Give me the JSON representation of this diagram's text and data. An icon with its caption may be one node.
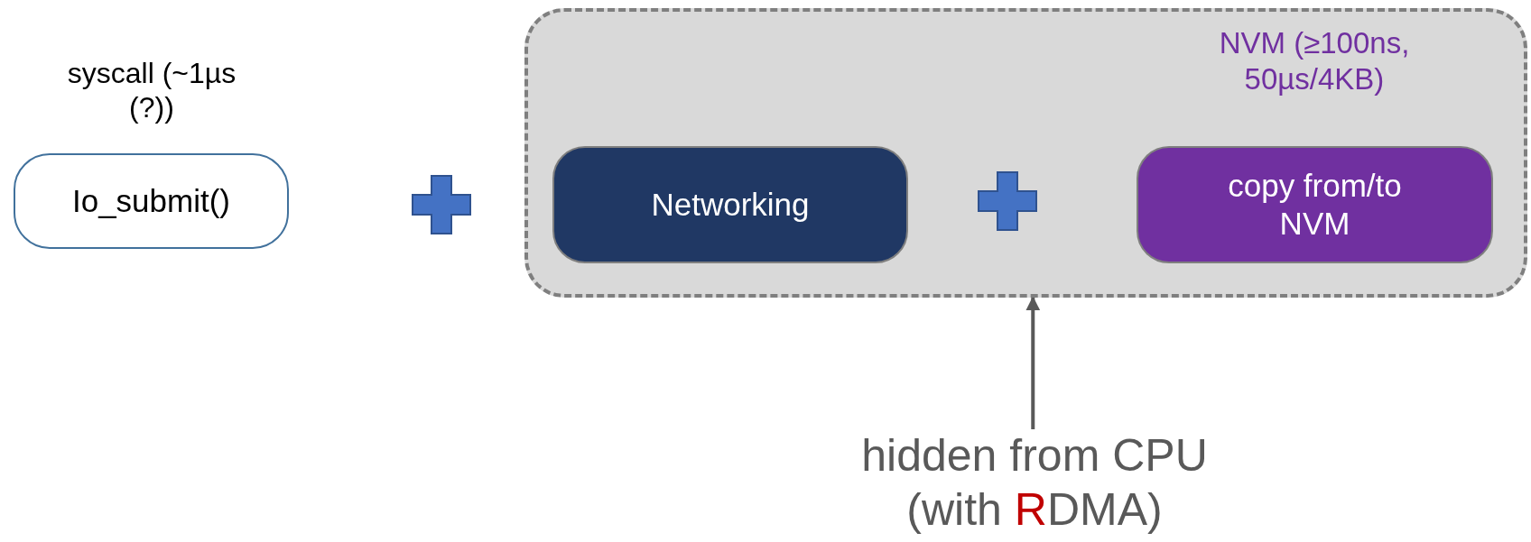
{
  "diagram": {
    "nodes": [
      {
        "text": [
          "Io_submit()"
        ],
        "beside": [
          "syscall (~1µs (?))"
        ]
      },
      {
        "text": [],
        "shape": "box"
      },
      {
        "text": [
          "Networking"
        ],
        "in": 1
      },
      {
        "text": [
          "copy from/to NVM"
        ],
        "in": 1,
        "beside": [
          "NVM (≥100ns, 50µs/4KB)"
        ]
      },
      {
        "text": [
          "hidden from CPU (with **R**DMA)"
        ]
      }
    ],
    "edges": [
      {
        "from": 4,
        "to": 1,
        "arrow": "to"
      }
    ]
  }
}
